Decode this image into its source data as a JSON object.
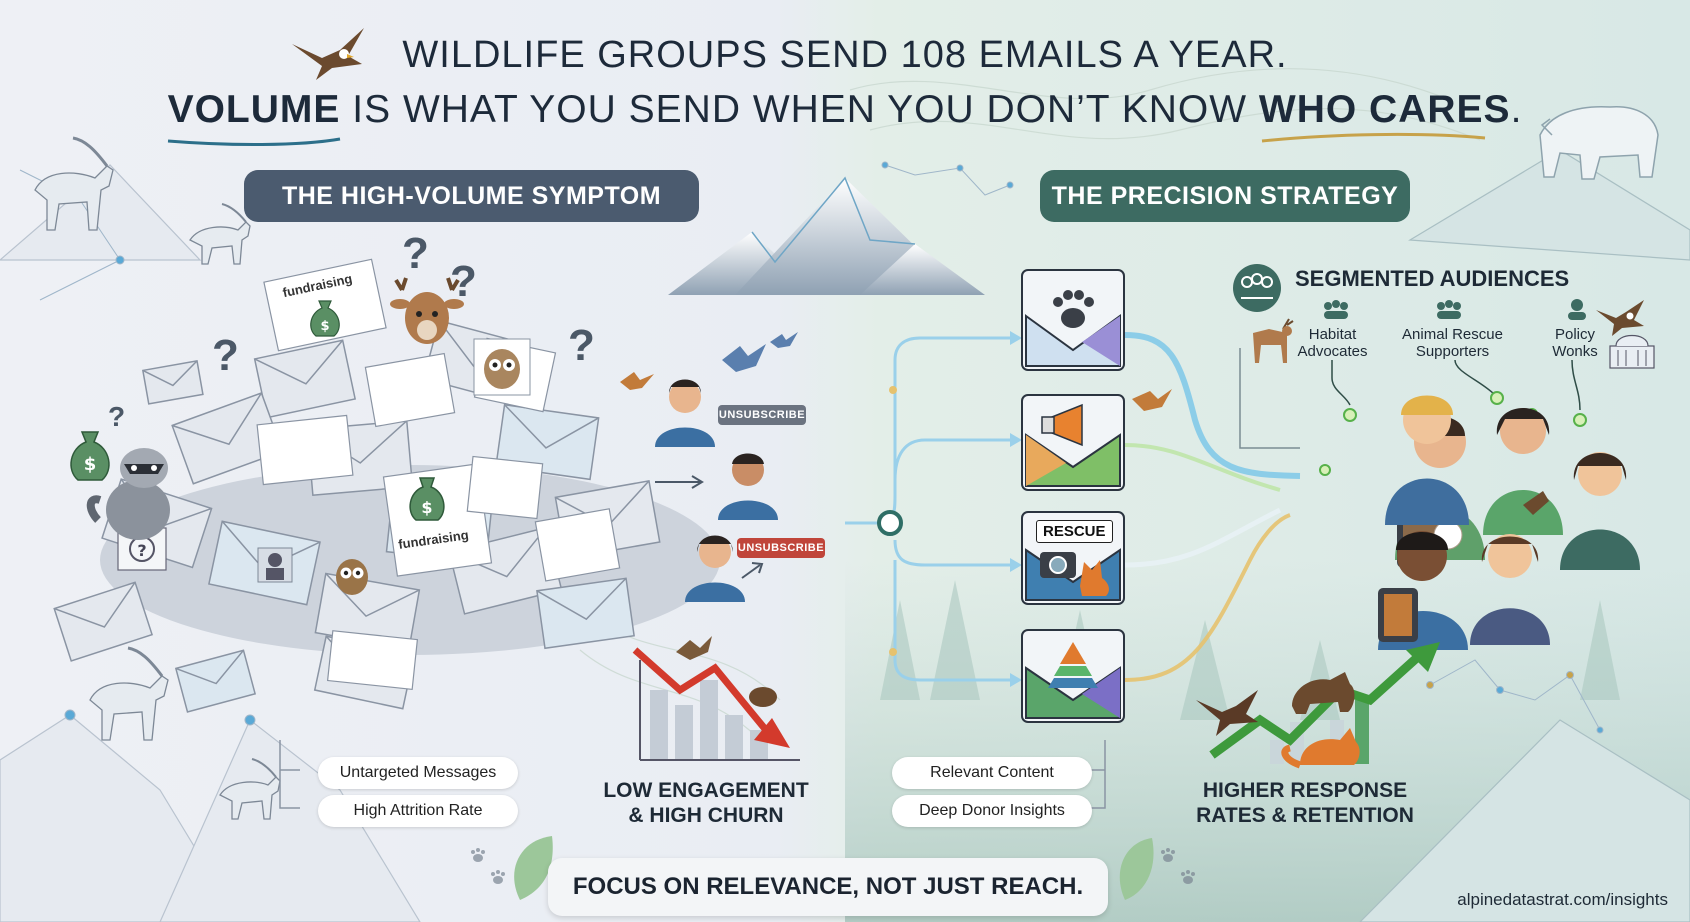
{
  "headline": {
    "line1": "WILDLIFE GROUPS SEND 108 EMAILS A YEAR.",
    "line2_word1": "VOLUME",
    "line2_mid": " IS WHAT YOU SEND WHEN YOU DON’T KNOW ",
    "line2_word2": "WHO CARES",
    "line2_end": "."
  },
  "left": {
    "title": "THE HIGH-VOLUME SYMPTOM",
    "paper_label_1": "fundraising",
    "paper_label_2": "fundraising",
    "unsubscribe_1": "UNSUBSCRIBE",
    "unsubscribe_2": "UNSUBSCRIBE",
    "chips": [
      "Untargeted Messages",
      "High Attrition Rate"
    ],
    "outcome_line1": "LOW ENGAGEMENT",
    "outcome_line2": "& HIGH CHURN"
  },
  "right": {
    "title": "THE PRECISION STRATEGY",
    "envelope_label": "RESCUE",
    "segments_title": "SEGMENTED AUDIENCES",
    "segments": [
      {
        "line1": "Habitat",
        "line2": "Advocates"
      },
      {
        "line1": "Animal Rescue",
        "line2": "Supporters"
      },
      {
        "line1": "Policy",
        "line2": "Wonks"
      }
    ],
    "chips": [
      "Relevant Content",
      "Deep Donor Insights"
    ],
    "outcome_line1": "HIGHER RESPONSE",
    "outcome_line2": "RATES & RETENTION"
  },
  "footer": {
    "tagline": "FOCUS ON RELEVANCE, NOT JUST REACH.",
    "url": "alpinedatastrat.com/insights"
  },
  "colors": {
    "left_pill": "#4b5b6f",
    "right_pill": "#3d6b62",
    "unsubscribe_grey": "#6b7380",
    "unsubscribe_red": "#c0453a",
    "decline_red": "#d33a2c",
    "growth_green": "#3e9a3c",
    "flow_blue": "#7ec8e8",
    "accent_gold": "#c7a24a"
  },
  "icons": [
    "eagle-icon",
    "polar-bear-icon",
    "ibex-icon",
    "deer-icon",
    "owl-icon",
    "raccoon-icon",
    "money-bag-icon",
    "question-mark-icon",
    "bird-icon",
    "paw-envelope-icon",
    "megaphone-envelope-icon",
    "camera-fox-envelope-icon",
    "pyramid-envelope-icon",
    "group-icon",
    "capitol-icon",
    "bear-icon",
    "fox-icon",
    "decline-arrow-icon",
    "growth-arrow-icon"
  ]
}
